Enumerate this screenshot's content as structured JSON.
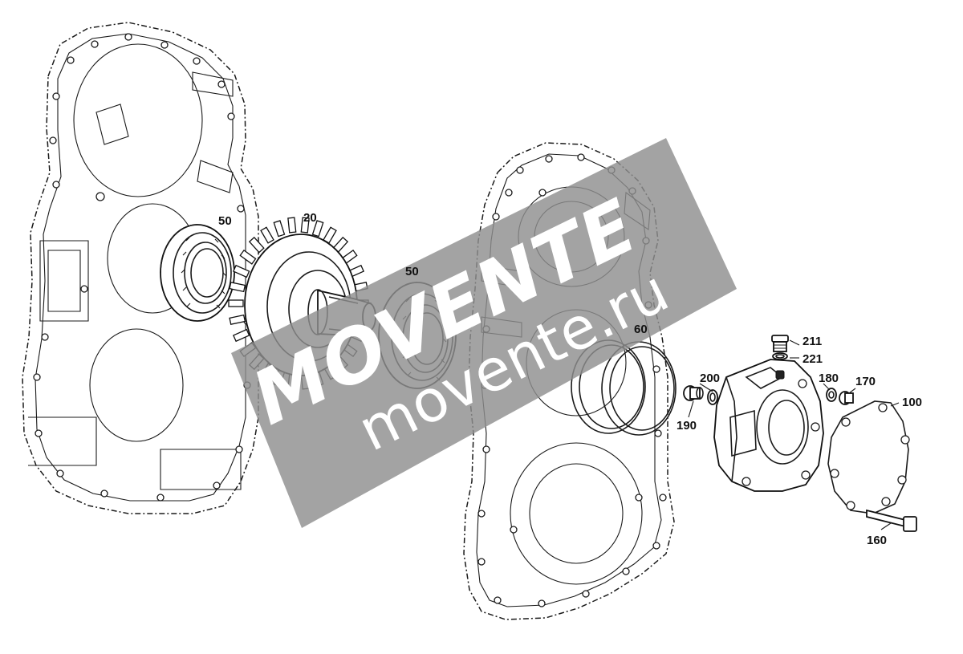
{
  "watermark": {
    "brand": "MOVENTE",
    "domain": "movente.ru",
    "color": "#8f8f8f"
  },
  "callouts": [
    {
      "id": "50a",
      "text": "50"
    },
    {
      "id": "20",
      "text": "20"
    },
    {
      "id": "50b",
      "text": "50"
    },
    {
      "id": "60",
      "text": "60"
    },
    {
      "id": "211",
      "text": "211"
    },
    {
      "id": "221",
      "text": "221"
    },
    {
      "id": "200",
      "text": "200"
    },
    {
      "id": "180",
      "text": "180"
    },
    {
      "id": "170",
      "text": "170"
    },
    {
      "id": "100",
      "text": "100"
    },
    {
      "id": "190",
      "text": "190"
    },
    {
      "id": "160",
      "text": "160"
    }
  ]
}
